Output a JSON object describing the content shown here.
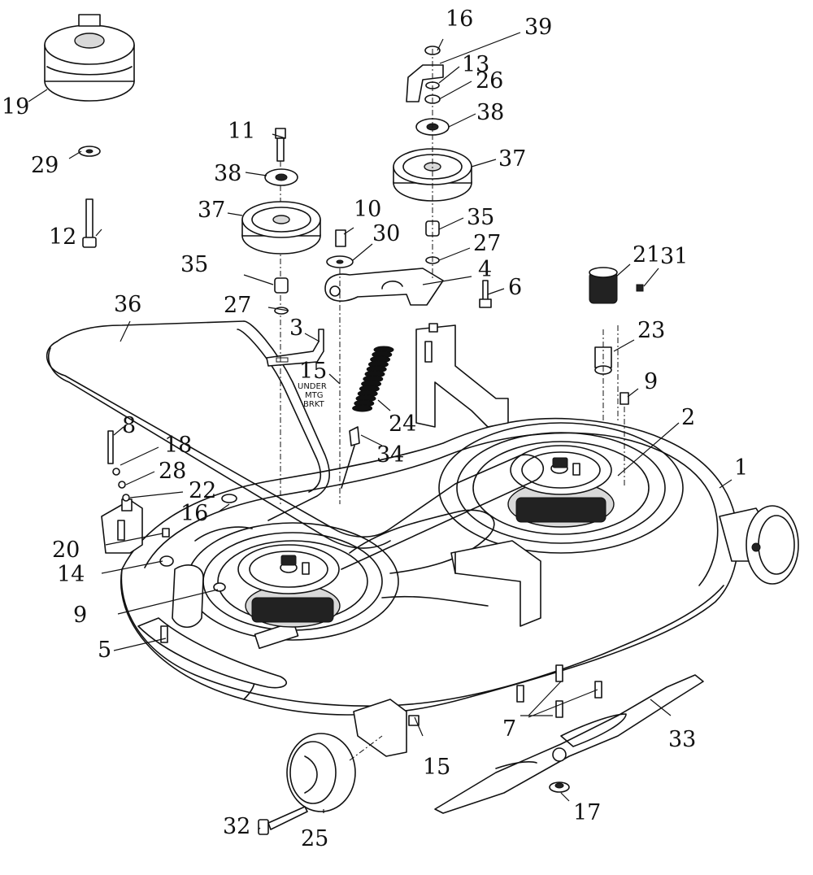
{
  "diagram": {
    "callouts": [
      {
        "id": "c1",
        "label": "1"
      },
      {
        "id": "c2",
        "label": "2"
      },
      {
        "id": "c3",
        "label": "3"
      },
      {
        "id": "c4",
        "label": "4"
      },
      {
        "id": "c5",
        "label": "5"
      },
      {
        "id": "c6",
        "label": "6"
      },
      {
        "id": "c7",
        "label": "7"
      },
      {
        "id": "c8",
        "label": "8"
      },
      {
        "id": "c9a",
        "label": "9"
      },
      {
        "id": "c9b",
        "label": "9"
      },
      {
        "id": "c10",
        "label": "10"
      },
      {
        "id": "c11",
        "label": "11"
      },
      {
        "id": "c12",
        "label": "12"
      },
      {
        "id": "c13",
        "label": "13"
      },
      {
        "id": "c14",
        "label": "14"
      },
      {
        "id": "c15a",
        "label": "15"
      },
      {
        "id": "c15b",
        "label": "15"
      },
      {
        "id": "c16a",
        "label": "16"
      },
      {
        "id": "c16b",
        "label": "16"
      },
      {
        "id": "c17",
        "label": "17"
      },
      {
        "id": "c18",
        "label": "18"
      },
      {
        "id": "c19",
        "label": "19"
      },
      {
        "id": "c20",
        "label": "20"
      },
      {
        "id": "c21",
        "label": "21"
      },
      {
        "id": "c22",
        "label": "22"
      },
      {
        "id": "c23",
        "label": "23"
      },
      {
        "id": "c24",
        "label": "24"
      },
      {
        "id": "c25",
        "label": "25"
      },
      {
        "id": "c26",
        "label": "26"
      },
      {
        "id": "c27a",
        "label": "27"
      },
      {
        "id": "c27b",
        "label": "27"
      },
      {
        "id": "c28",
        "label": "28"
      },
      {
        "id": "c29",
        "label": "29"
      },
      {
        "id": "c30",
        "label": "30"
      },
      {
        "id": "c31",
        "label": "31"
      },
      {
        "id": "c32",
        "label": "32"
      },
      {
        "id": "c33",
        "label": "33"
      },
      {
        "id": "c34",
        "label": "34"
      },
      {
        "id": "c35a",
        "label": "35"
      },
      {
        "id": "c35b",
        "label": "35"
      },
      {
        "id": "c36",
        "label": "36"
      },
      {
        "id": "c37a",
        "label": "37"
      },
      {
        "id": "c37b",
        "label": "37"
      },
      {
        "id": "c38a",
        "label": "38"
      },
      {
        "id": "c38b",
        "label": "38"
      },
      {
        "id": "c39",
        "label": "39"
      }
    ],
    "note_lines": [
      "UNDER",
      "MTG",
      "BRKT"
    ]
  }
}
